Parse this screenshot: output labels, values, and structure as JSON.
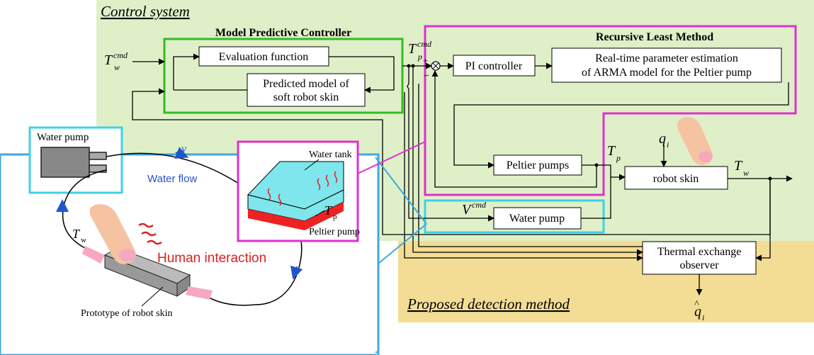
{
  "colors": {
    "control_bg": "#dff0c8",
    "detection_bg": "#f3dd94",
    "mpc_border": "#33bb22",
    "rls_border": "#e030d0",
    "cyan_border": "#40d0e8",
    "callout_line": "#40a8e0",
    "flow_blue": "#2255cc",
    "human_red": "#e02020",
    "tank_cyan": "#7ee6ec",
    "peltier_red": "#ee2222",
    "skin_pink": "#f5a8c0",
    "finger": "#f5c3a2"
  },
  "titles": {
    "control_system": "Control system",
    "mpc": "Model Predictive Controller",
    "rls": "Recursive Least Method",
    "detection": "Proposed detection method"
  },
  "blocks": {
    "evaluation": "Evaluation function",
    "predicted_line1": "Predicted model of",
    "predicted_line2": "soft robot skin",
    "pi": "PI controller",
    "estimation_line1": "Real-time parameter estimation",
    "estimation_line2": "of ARMA model for the Peltier pump",
    "peltier_pumps": "Peltier pumps",
    "robot_skin": "robot skin",
    "water_pump": "Water pump",
    "observer_line1": "Thermal exchange",
    "observer_line2": "observer"
  },
  "signals": {
    "tw_cmd_base": "T",
    "tw_cmd_sub": "w",
    "tw_cmd_sup": "cmd",
    "tp_cmd_base": "T",
    "tp_cmd_sub": "p",
    "tp_cmd_sup": "cmd",
    "tp_base": "T",
    "tp_sub": "p",
    "tw_base": "T",
    "tw_sub": "w",
    "qi_base": "q",
    "qi_sub": "i",
    "v_cmd_base": "V",
    "v_cmd_sup": "cmd",
    "qhat_base": "q",
    "qhat_sub": "i",
    "qhat_hat": "^",
    "plus": "+",
    "minus": "−"
  },
  "illustration": {
    "water_pump": "Water pump",
    "v": "v",
    "water_flow": "Water flow",
    "water_tank": "Water tank",
    "tp_base": "T",
    "tp_sub": "p",
    "peltier_pump": "Peltier pump",
    "tw_base": "T",
    "tw_sub": "w",
    "human_interaction": "Human interaction",
    "prototype": "Prototype of robot skin"
  }
}
